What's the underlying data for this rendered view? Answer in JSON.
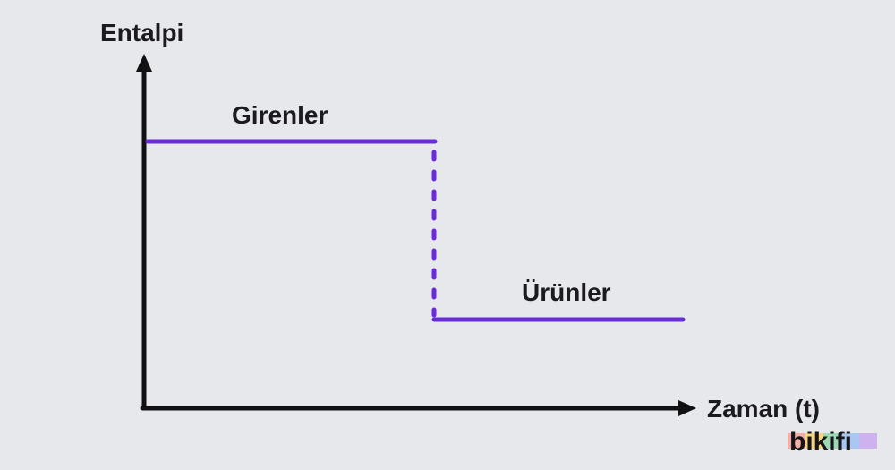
{
  "axes": {
    "y_label": "Entalpi",
    "x_label": "Zaman (t)"
  },
  "levels": {
    "reactants": "Girenler",
    "products": "Ürünler"
  },
  "brand": {
    "logo_text": "bikifi",
    "logo_colors": [
      "#f6a39a",
      "#f7d26b",
      "#8fd6a8",
      "#9dc1f3",
      "#c8a8f0"
    ]
  },
  "colors": {
    "line": "#6a2bd8",
    "axis": "#111114",
    "background": "#e7e8ec"
  }
}
